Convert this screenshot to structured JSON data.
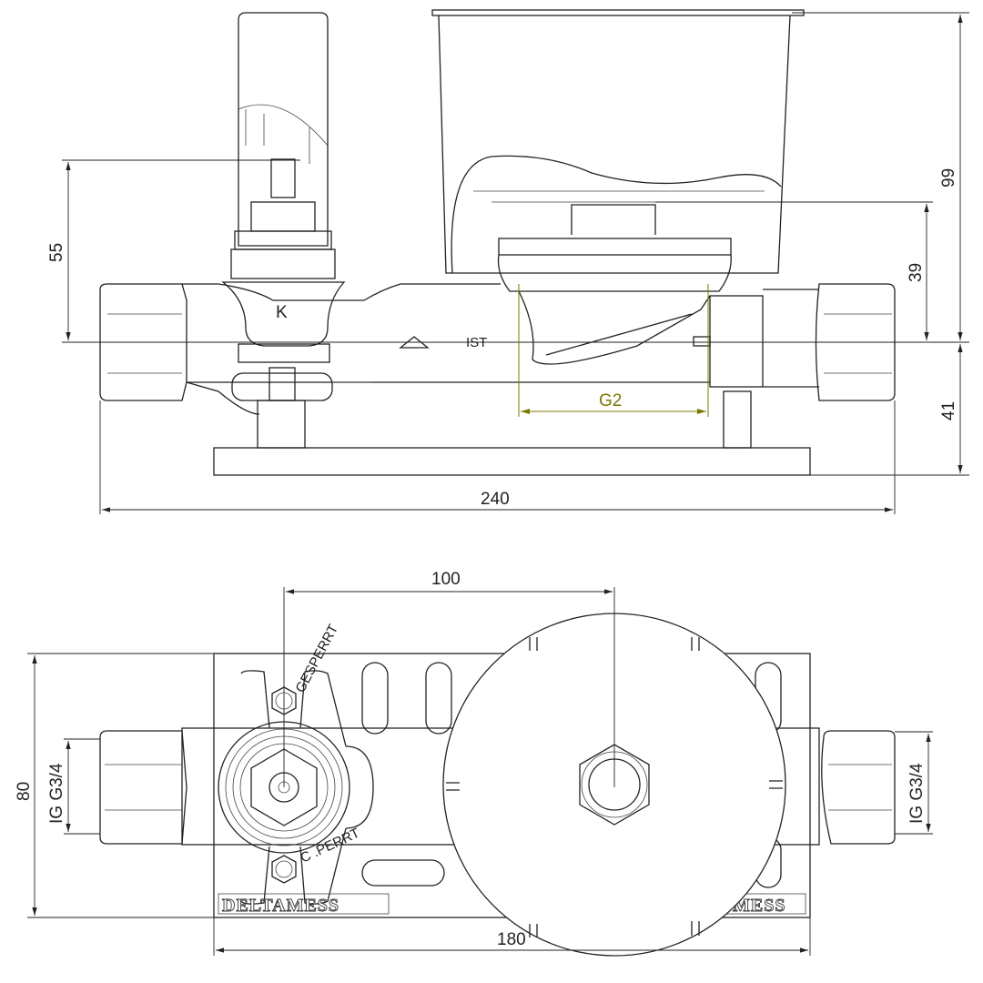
{
  "side_view": {
    "dims": {
      "height_total": "99",
      "height_upper": "39",
      "height_valve": "55",
      "height_lower": "41",
      "length": "240",
      "thread": "G2"
    },
    "labels": {
      "k": "K",
      "ist": "IST"
    }
  },
  "top_view": {
    "dims": {
      "center_distance": "100",
      "width": "80",
      "base_length": "180"
    },
    "labels": {
      "thread_left": "IG G3/4",
      "thread_right": "IG G3/4",
      "locked_top": "GESPERRT",
      "locked_bottom": "C  .PERRT",
      "brand_left": "DELTAMESS",
      "brand_right": "MESS"
    }
  },
  "colors": {
    "line": "#222222",
    "accent": "#7a7a00"
  }
}
